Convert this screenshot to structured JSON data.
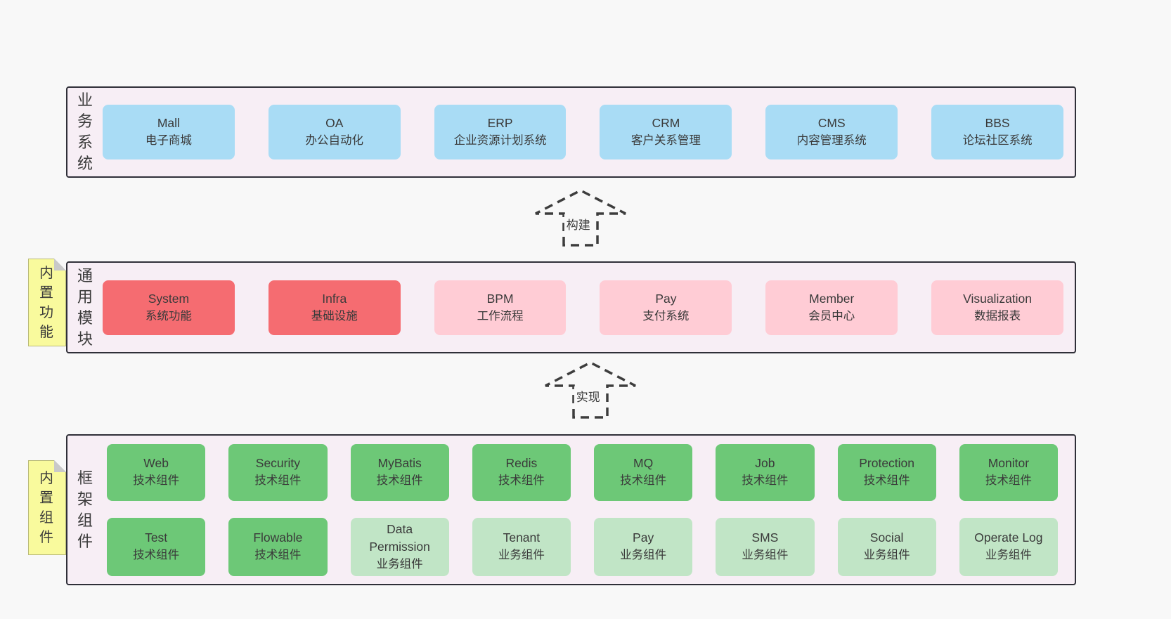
{
  "colors": {
    "page-bg": "#f8f8f8",
    "panel-bg": "#f7eef5",
    "panel-border": "#2f2f38",
    "blue": "#a9dcf5",
    "red": "#f56c71",
    "pink": "#ffccd5",
    "green": "#6dc877",
    "light-green": "#c1e5c6",
    "yellow": "#f9fa9d",
    "fold-gray": "#c9c9c9",
    "text": "#3a3a3a",
    "arrow": "#3d3d3d"
  },
  "arrows": [
    {
      "label": "构建"
    },
    {
      "label": "实现"
    }
  ],
  "stickies": [
    {
      "label": "内置功能"
    },
    {
      "label": "内置组件"
    }
  ],
  "layers": [
    {
      "id": "business-systems",
      "label": "业务系统",
      "boxes": [
        {
          "title": "Mall",
          "subtitle": "电子商城",
          "variant": "blue"
        },
        {
          "title": "OA",
          "subtitle": "办公自动化",
          "variant": "blue"
        },
        {
          "title": "ERP",
          "subtitle": "企业资源计划系统",
          "variant": "blue"
        },
        {
          "title": "CRM",
          "subtitle": "客户关系管理",
          "variant": "blue"
        },
        {
          "title": "CMS",
          "subtitle": "内容管理系统",
          "variant": "blue"
        },
        {
          "title": "BBS",
          "subtitle": "论坛社区系统",
          "variant": "blue"
        }
      ]
    },
    {
      "id": "common-modules",
      "label": "通用模块",
      "boxes": [
        {
          "title": "System",
          "subtitle": "系统功能",
          "variant": "red"
        },
        {
          "title": "Infra",
          "subtitle": "基础设施",
          "variant": "red"
        },
        {
          "title": "BPM",
          "subtitle": "工作流程",
          "variant": "pink"
        },
        {
          "title": "Pay",
          "subtitle": "支付系统",
          "variant": "pink"
        },
        {
          "title": "Member",
          "subtitle": "会员中心",
          "variant": "pink"
        },
        {
          "title": "Visualization",
          "subtitle": "数据报表",
          "variant": "pink"
        }
      ]
    },
    {
      "id": "framework-components",
      "label": "框架组件",
      "boxes": [
        {
          "title": "Web",
          "subtitle": "技术组件",
          "variant": "green"
        },
        {
          "title": "Security",
          "subtitle": "技术组件",
          "variant": "green"
        },
        {
          "title": "MyBatis",
          "subtitle": "技术组件",
          "variant": "green"
        },
        {
          "title": "Redis",
          "subtitle": "技术组件",
          "variant": "green"
        },
        {
          "title": "MQ",
          "subtitle": "技术组件",
          "variant": "green"
        },
        {
          "title": "Job",
          "subtitle": "技术组件",
          "variant": "green"
        },
        {
          "title": "Protection",
          "subtitle": "技术组件",
          "variant": "green"
        },
        {
          "title": "Monitor",
          "subtitle": "技术组件",
          "variant": "green"
        },
        {
          "title": "Test",
          "subtitle": "技术组件",
          "variant": "green"
        },
        {
          "title": "Flowable",
          "subtitle": "技术组件",
          "variant": "green"
        },
        {
          "title": "Data Permission",
          "subtitle": "业务组件",
          "variant": "light-green"
        },
        {
          "title": "Tenant",
          "subtitle": "业务组件",
          "variant": "light-green"
        },
        {
          "title": "Pay",
          "subtitle": "业务组件",
          "variant": "light-green"
        },
        {
          "title": "SMS",
          "subtitle": "业务组件",
          "variant": "light-green"
        },
        {
          "title": "Social",
          "subtitle": "业务组件",
          "variant": "light-green"
        },
        {
          "title": "Operate Log",
          "subtitle": "业务组件",
          "variant": "light-green"
        }
      ]
    }
  ]
}
